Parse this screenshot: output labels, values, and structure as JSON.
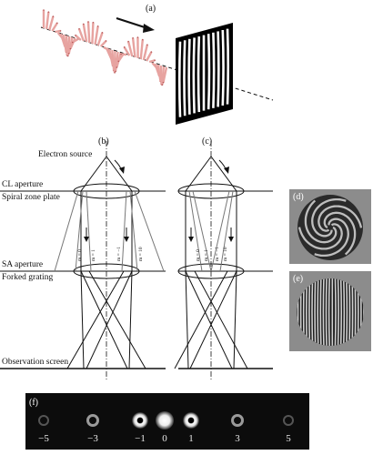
{
  "panels": {
    "a": "(a)",
    "b": "(b)",
    "c": "(c)",
    "d": "(d)",
    "e": "(e)",
    "f": "(f)"
  },
  "labels": {
    "electron_source": "Electron source",
    "cl_aperture": "CL aperture",
    "spiral_zone_plate": "Spiral zone plate",
    "sa_aperture": "SA aperture",
    "forked_grating": "Forked grating",
    "observation_screen": "Observation screen"
  },
  "beam_orders_b": [
    "m = 0",
    "m = 1",
    "m = −1",
    "m = 10"
  ],
  "beam_orders_c": [
    "m = 0",
    "m = 1",
    "m = −1",
    "m = 10"
  ],
  "diffraction_orders": [
    "−5",
    "−3",
    "−1",
    "0",
    "1",
    "3",
    "5"
  ],
  "colors": {
    "helix": "#e7a3a0",
    "helix_edge": "#b85a5a",
    "screen": "#000000",
    "inset_bg": "#8c8c8c"
  }
}
